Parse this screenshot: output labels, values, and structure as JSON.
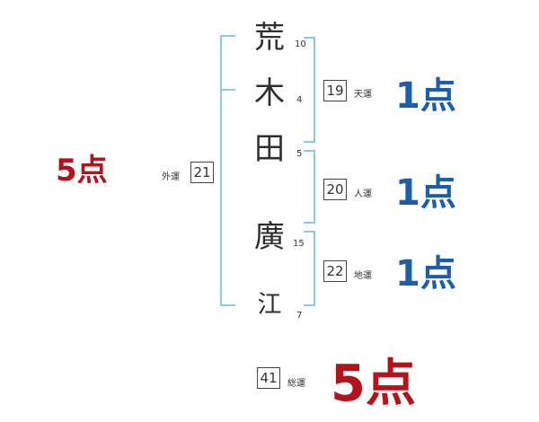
{
  "name": {
    "chars": [
      {
        "char": "荒",
        "strokes": "10"
      },
      {
        "char": "木",
        "strokes": "4"
      },
      {
        "char": "田",
        "strokes": "5"
      },
      {
        "char": "廣",
        "strokes": "15"
      },
      {
        "char": "江",
        "strokes": "7"
      }
    ]
  },
  "kakusu": {
    "gaiun": {
      "label": "外運",
      "value": "21",
      "score": "5点"
    },
    "tenun": {
      "label": "天運",
      "value": "19",
      "score": "1点"
    },
    "jinun": {
      "label": "人運",
      "value": "20",
      "score": "1点"
    },
    "chiun": {
      "label": "地運",
      "value": "22",
      "score": "1点"
    },
    "souun": {
      "label": "総運",
      "value": "41",
      "score": "5点"
    }
  },
  "colors": {
    "bracket": "#8fc8e6",
    "score_good": "#b3131b",
    "score_bad": "#1c5eac"
  }
}
